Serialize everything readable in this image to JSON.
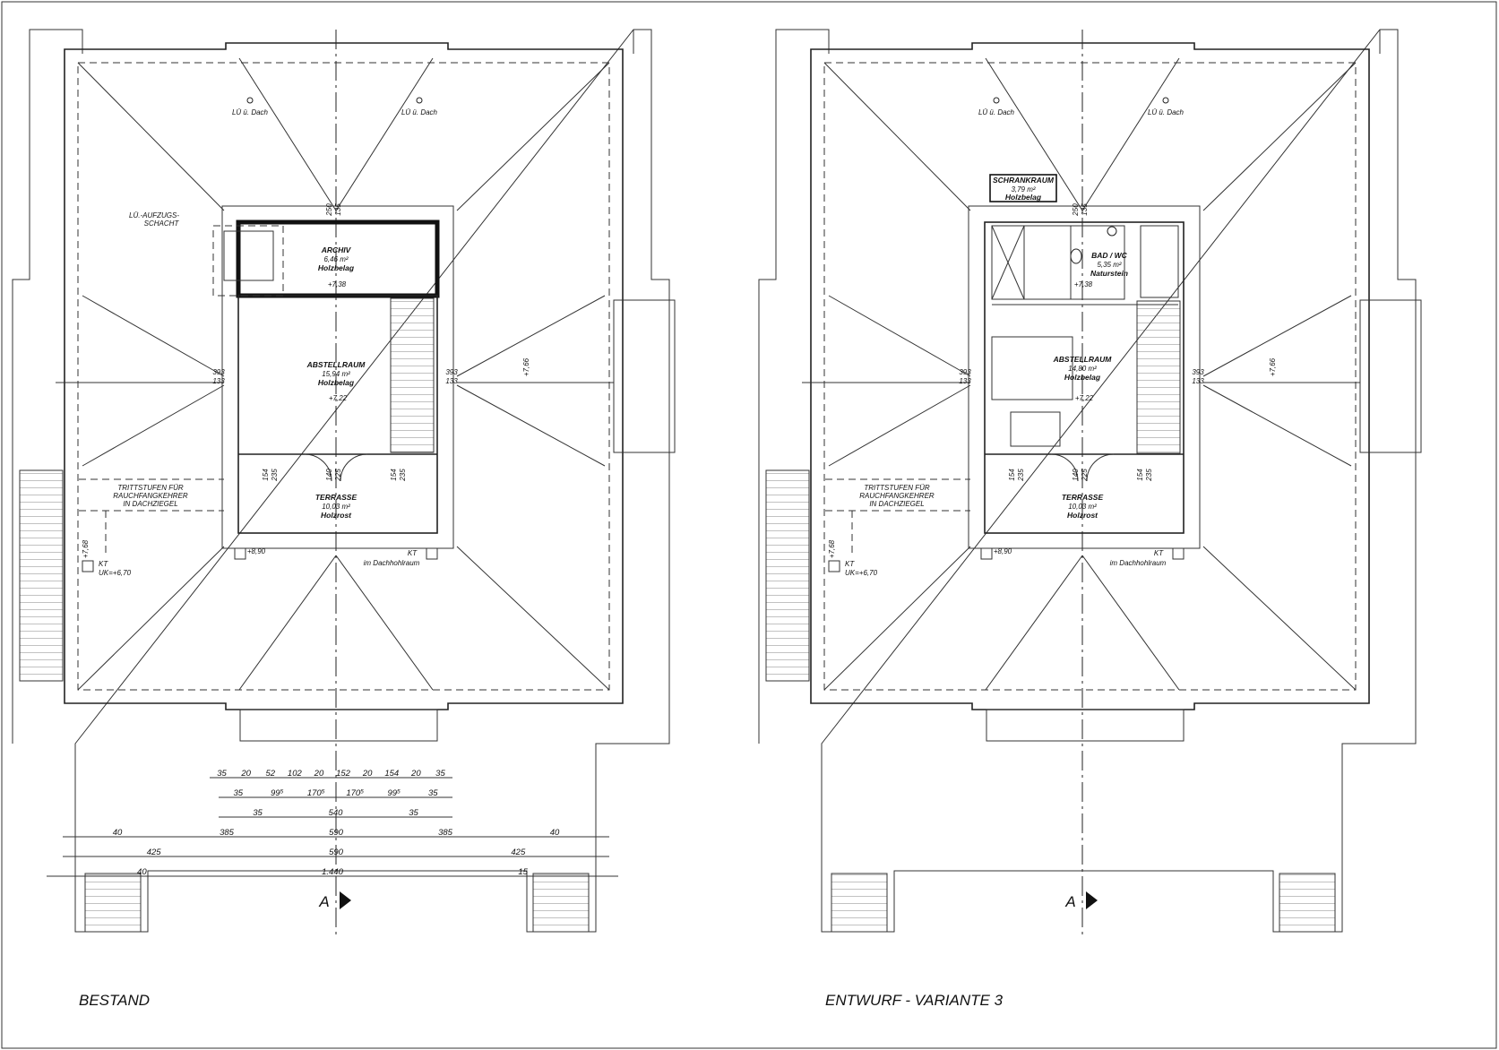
{
  "plans": [
    {
      "title": "BESTAND",
      "rooms": [
        {
          "name": "ARCHIV",
          "area": "6,46 m²",
          "floor": "Holzbelag"
        },
        {
          "name": "ABSTELLRAUM",
          "area": "15,94 m²",
          "floor": "Holzbelag"
        },
        {
          "name": "TERRASSE",
          "area": "10,03 m²",
          "floor": "Holzrost"
        }
      ],
      "extra_room": null,
      "shaft_label": [
        "LÜ.-AUFZUGS-",
        "SCHACHT"
      ],
      "levels": {
        "archiv": "+7,38",
        "abstell": "+7,22",
        "terrace": "+8,90",
        "right": "+7,66",
        "chimney": "+7,68"
      }
    },
    {
      "title": "ENTWURF - VARIANTE 3",
      "rooms": [
        {
          "name": "BAD / WC",
          "area": "5,35 m²",
          "floor": "Naturstein"
        },
        {
          "name": "ABSTELLRAUM",
          "area": "14,80 m²",
          "floor": "Holzbelag"
        },
        {
          "name": "TERRASSE",
          "area": "10,03 m²",
          "floor": "Holzrost"
        }
      ],
      "extra_room": {
        "name": "SCHRANKRAUM",
        "area": "3,79 m²",
        "floor": "Holzbelag"
      },
      "shaft_label": null,
      "levels": {
        "archiv": "+7,38",
        "abstell": "+7,22",
        "terrace": "+8,90",
        "right": "+7,66",
        "chimney": "+7,68"
      }
    }
  ],
  "common": {
    "roof_vent": "LÜ ü. Dach",
    "step_note": [
      "TRITTSTUFEN FÜR",
      "RAUCHFANGKEHRER",
      "IN DACHZIEGEL"
    ],
    "kt": "KT",
    "kt_sub": "UK=+6,70",
    "kt_right_sub": "im Dachhohlraum",
    "section_mark": "A",
    "wall_dims": {
      "left_top": "393",
      "left_bot": "133",
      "right_top": "393",
      "right_bot": "133",
      "top_a": "250",
      "top_b": "135"
    },
    "door_dims": [
      "154",
      "235",
      "140",
      "225",
      "154",
      "235"
    ]
  },
  "dimension_rows": [
    [
      "35",
      "20",
      "52",
      "102",
      "20",
      "152",
      "20",
      "154",
      "20",
      "35"
    ],
    [
      "35",
      "99⁵",
      "170⁵",
      "170⁵",
      "99⁵",
      "35"
    ],
    [
      "35",
      "540",
      "35"
    ],
    [
      "40",
      "385",
      "590",
      "385",
      "40"
    ],
    [
      "425",
      "590",
      "425"
    ],
    [
      "40",
      "1.440",
      "15"
    ]
  ]
}
